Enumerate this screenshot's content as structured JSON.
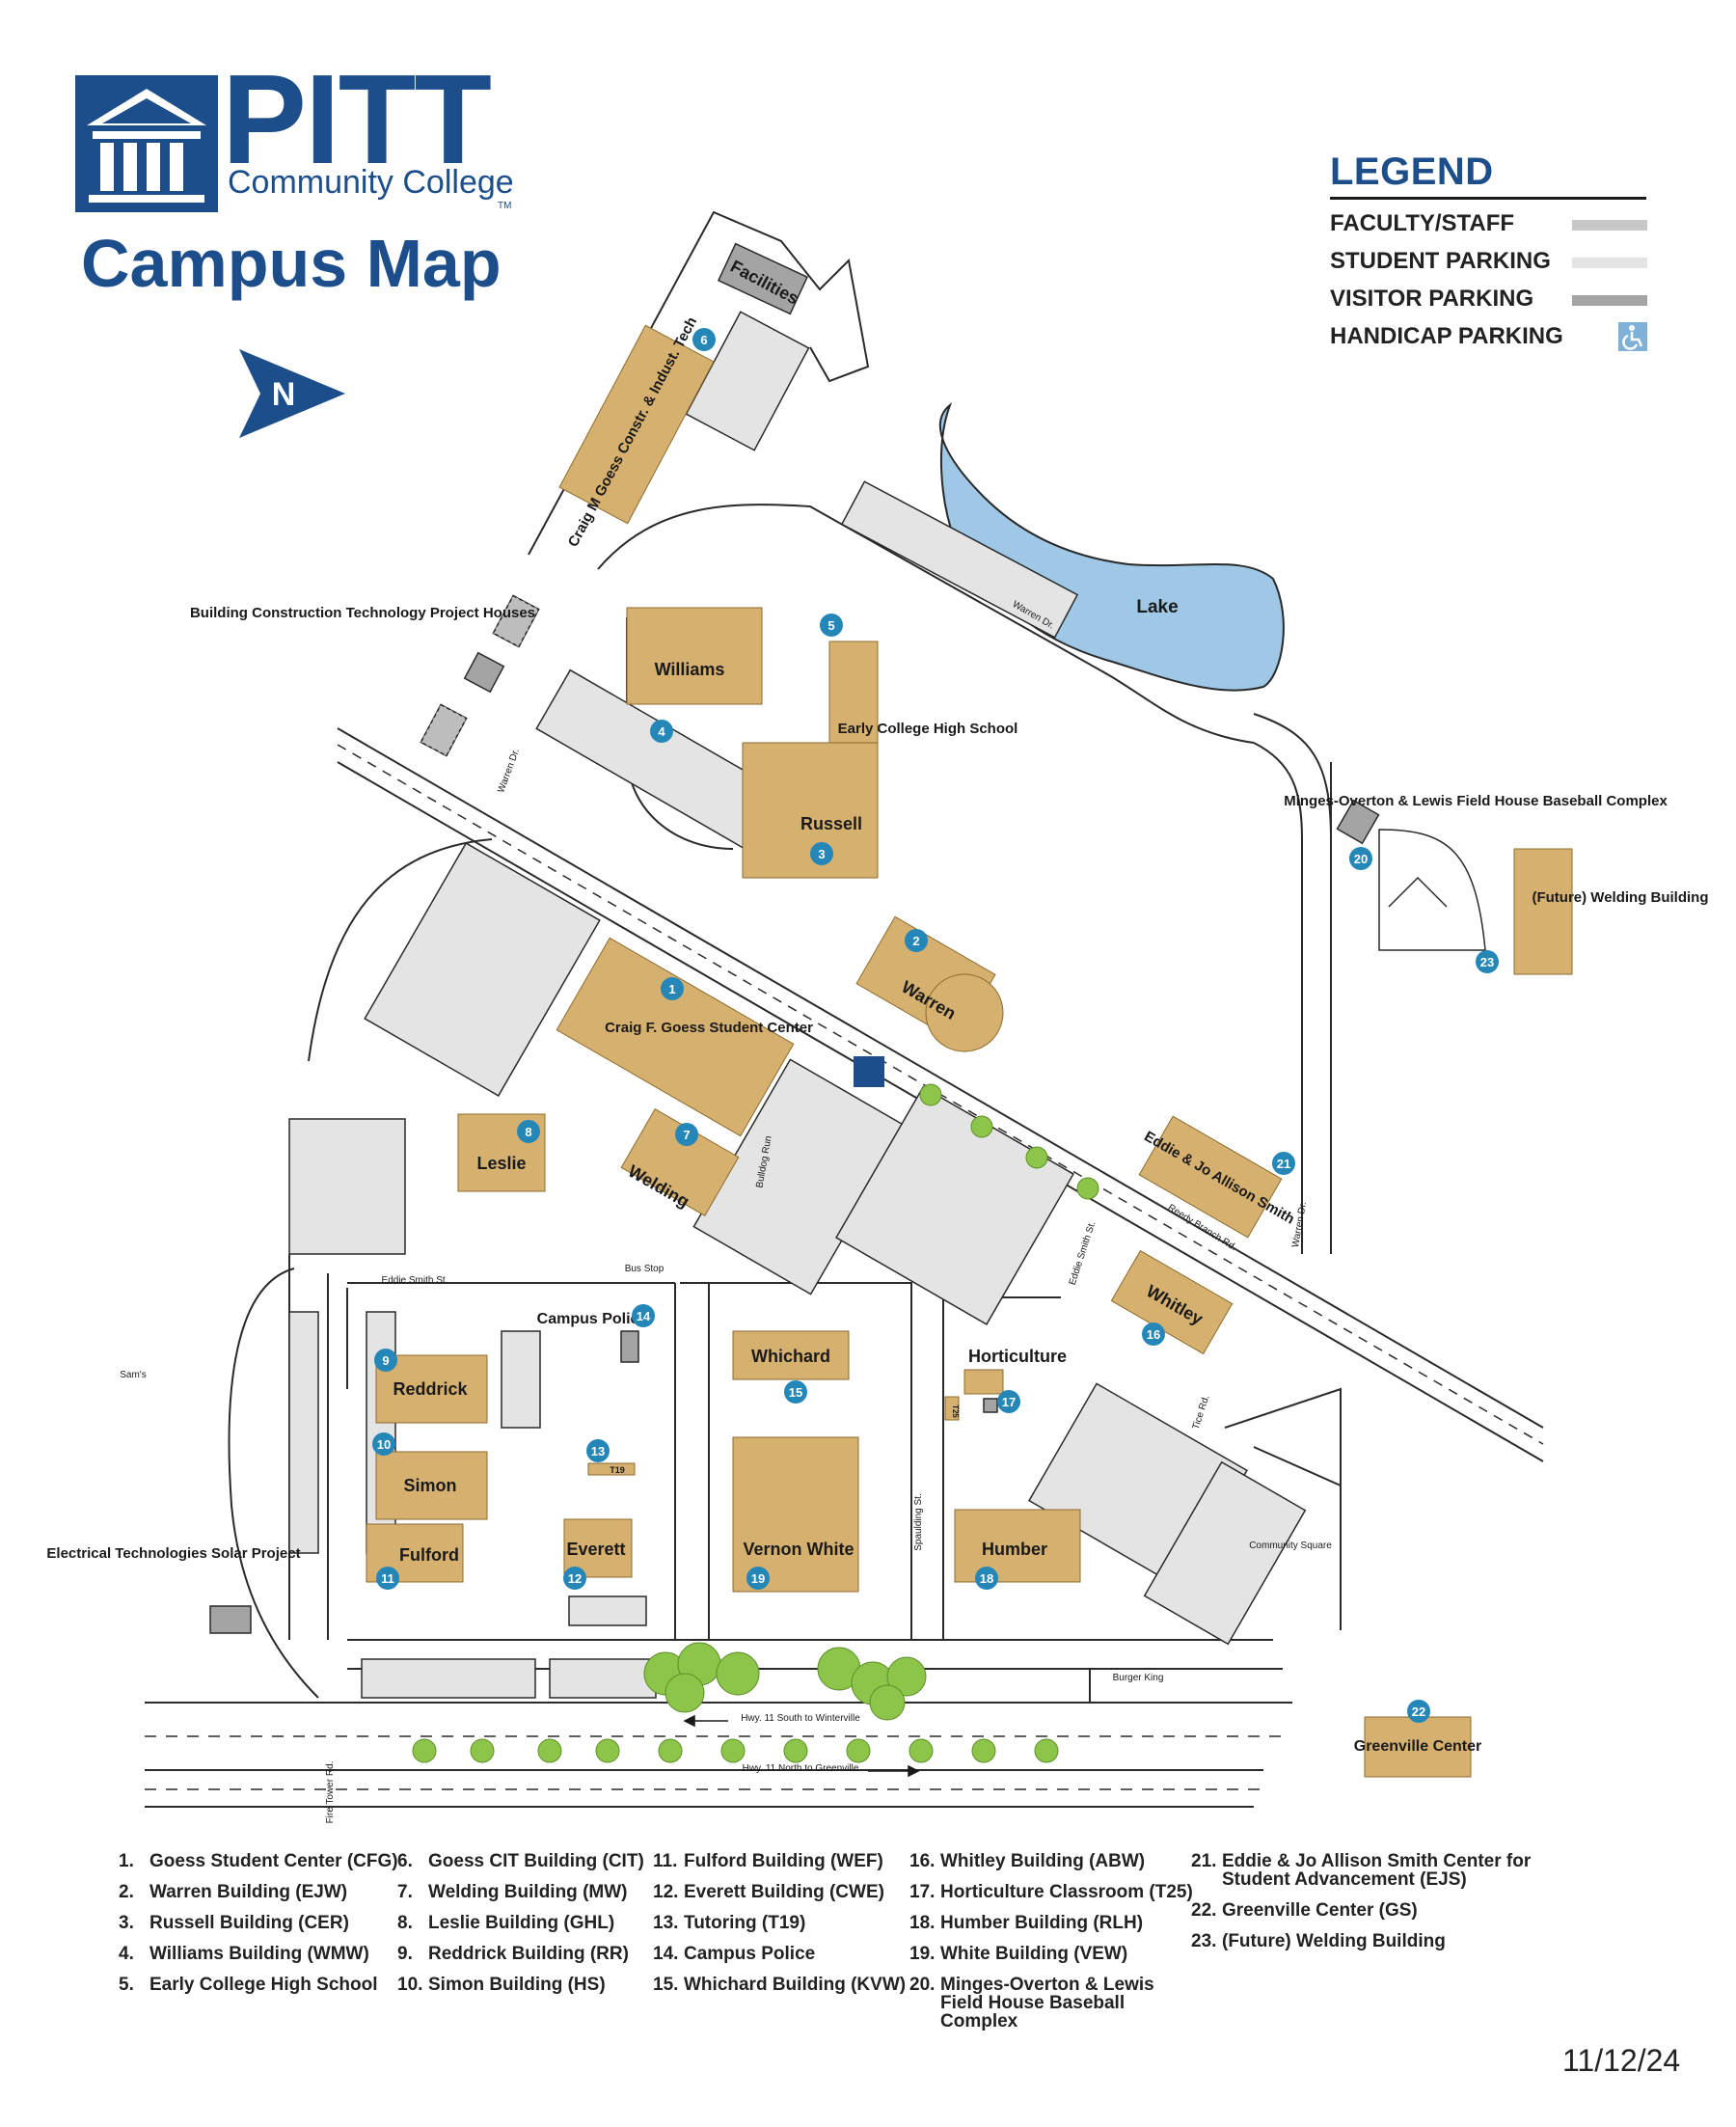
{
  "header": {
    "brand_name": "PITT",
    "brand_sub": "Community College",
    "brand_tm": "TM",
    "map_title": "Campus Map"
  },
  "legend": {
    "title": "LEGEND",
    "items": [
      {
        "label": "FACULTY/STAFF",
        "color": "#c8c8c8"
      },
      {
        "label": "STUDENT PARKING",
        "color": "#e4e4e4"
      },
      {
        "label": "VISITOR PARKING",
        "color": "#a4a4a4"
      },
      {
        "label": "HANDICAP PARKING",
        "icon": "handicap-icon",
        "color": "#7fb0d8"
      }
    ]
  },
  "compass": {
    "label": "N",
    "icon": "north-arrow-icon"
  },
  "colors": {
    "brand": "#1d4e8c",
    "building": "#d6b06f",
    "marker": "#2487b8",
    "lake": "#9ec8e6",
    "tree": "#8dc44a",
    "road_outline": "#2a2a2a"
  },
  "buildings": [
    {
      "name": "Facilities"
    },
    {
      "name": "Craig M Goess Constr. & Indust. Tech"
    },
    {
      "name": "Williams"
    },
    {
      "name": "Early College High School"
    },
    {
      "name": "Russell"
    },
    {
      "name": "Warren"
    },
    {
      "name": "Craig F. Goess Student Center"
    },
    {
      "name": "Leslie"
    },
    {
      "name": "Welding"
    },
    {
      "name": "Eddie & Jo Allison Smith"
    },
    {
      "name": "Whitley"
    },
    {
      "name": "Reddrick"
    },
    {
      "name": "Simon"
    },
    {
      "name": "Fulford"
    },
    {
      "name": "Everett"
    },
    {
      "name": "Whichard"
    },
    {
      "name": "Vernon White"
    },
    {
      "name": "Humber"
    },
    {
      "name": "Horticulture"
    },
    {
      "name": "Greenville Center"
    },
    {
      "name": "(Future) Welding Building"
    }
  ],
  "markers": [
    "1",
    "2",
    "3",
    "4",
    "5",
    "6",
    "7",
    "8",
    "9",
    "10",
    "11",
    "12",
    "13",
    "14",
    "15",
    "16",
    "17",
    "18",
    "19",
    "20",
    "21",
    "22",
    "23"
  ],
  "map_labels": {
    "lake": "Lake",
    "bcp": "Building Construction Technology Project Houses",
    "minges": "Minges-Overton & Lewis Field House Baseball Complex",
    "etsp": "Electrical Technologies Solar Project",
    "campus_police": "Campus Police",
    "bus_stop": "Bus Stop",
    "sams": "Sam's",
    "community_square": "Community Square",
    "burger_king": "Burger King",
    "t19": "T19",
    "t25": "T25",
    "warren_dr_1": "Warren Dr.",
    "warren_dr_2": "Warren Dr.",
    "warren_dr_3": "Warren Dr.",
    "bulldog_run": "Bulldog Run",
    "eddie_smith_st_1": "Eddie Smith St.",
    "eddie_smith_st_2": "Eddie Smith St.",
    "reedy_branch": "Reedy Branch Rd.",
    "tice_rd": "Tice Rd.",
    "spaulding_st": "Spaulding St.",
    "fire_tower_rd": "Fire Tower Rd.",
    "hwy_south": "Hwy. 11 South to Winterville",
    "hwy_north": "Hwy. 11 North to Greenville"
  },
  "building_index": [
    {
      "num": "1.",
      "label": "Goess Student Center (CFG)"
    },
    {
      "num": "2.",
      "label": "Warren Building (EJW)"
    },
    {
      "num": "3.",
      "label": "Russell Building (CER)"
    },
    {
      "num": "4.",
      "label": "Williams Building (WMW)"
    },
    {
      "num": "5.",
      "label": "Early College High School"
    },
    {
      "num": "6.",
      "label": "Goess CIT Building (CIT)"
    },
    {
      "num": "7.",
      "label": "Welding Building (MW)"
    },
    {
      "num": "8.",
      "label": "Leslie Building (GHL)"
    },
    {
      "num": "9.",
      "label": "Reddrick Building (RR)"
    },
    {
      "num": "10.",
      "label": "Simon Building (HS)"
    },
    {
      "num": "11.",
      "label": "Fulford Building (WEF)"
    },
    {
      "num": "12.",
      "label": "Everett Building (CWE)"
    },
    {
      "num": "13.",
      "label": "Tutoring (T19)"
    },
    {
      "num": "14.",
      "label": "Campus Police"
    },
    {
      "num": "15.",
      "label": "Whichard Building (KVW)"
    },
    {
      "num": "16.",
      "label": "Whitley Building (ABW)"
    },
    {
      "num": "17.",
      "label": "Horticulture Classroom (T25)"
    },
    {
      "num": "18.",
      "label": "Humber Building (RLH)"
    },
    {
      "num": "19.",
      "label": "White Building (VEW)"
    },
    {
      "num": "20.",
      "label": "Minges-Overton & Lewis Field House Baseball Complex"
    },
    {
      "num": "21.",
      "label": "Eddie & Jo Allison Smith Center for Student Advancement (EJS)"
    },
    {
      "num": "22.",
      "label": "Greenville Center (GS)"
    },
    {
      "num": "23.",
      "label": "(Future) Welding Building"
    }
  ],
  "date": "11/12/24"
}
